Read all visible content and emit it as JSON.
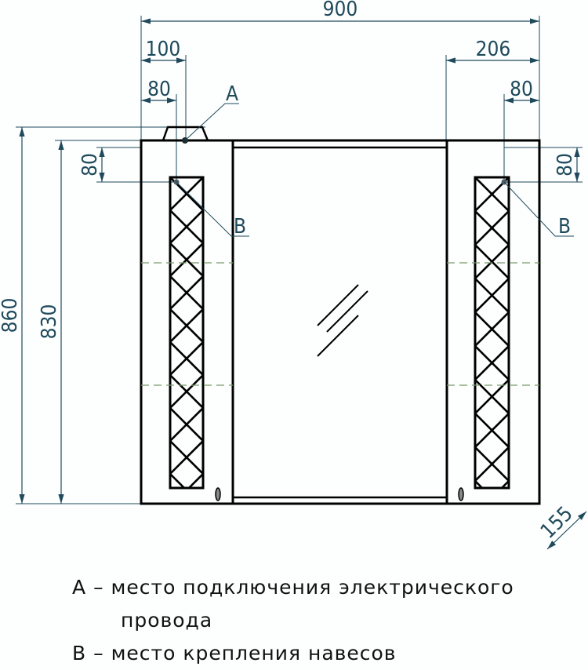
{
  "drawing": {
    "title": "Mirror cabinet dimension drawing",
    "dimensions": {
      "overall_width": "900",
      "left_offset": "100",
      "right_offset": "206",
      "left_hole_offset": "80",
      "right_hole_offset": "80",
      "overall_height": "860",
      "body_height": "830",
      "left_vertical_hole": "80",
      "right_vertical_hole": "80",
      "depth": "155"
    },
    "callouts": {
      "a": "A",
      "b_left": "B",
      "b_right": "B"
    },
    "colors": {
      "dimension": "#1f4a5c",
      "outline": "#000000",
      "centerline": "#7a9a6a"
    }
  },
  "legend": {
    "items": [
      {
        "key": "A",
        "sep": "–",
        "text": "место подключения электрического",
        "cont": "провода"
      },
      {
        "key": "B",
        "sep": "–",
        "text": "место крепления навесов"
      }
    ]
  }
}
